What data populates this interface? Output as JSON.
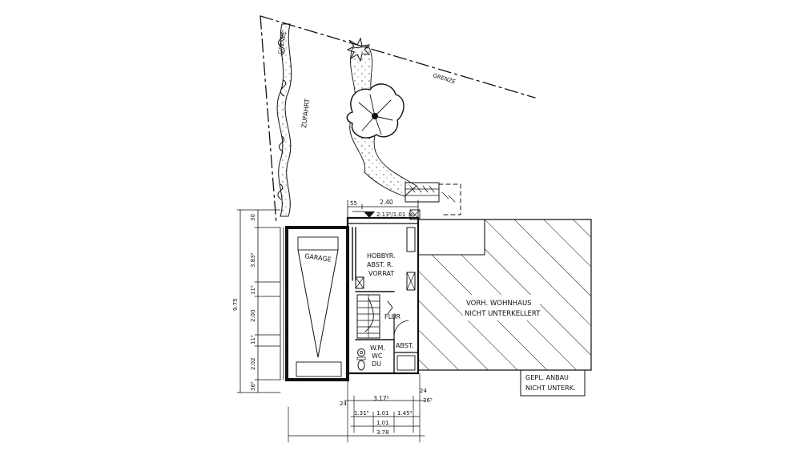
{
  "labels": {
    "grenze_left": "GRENZE",
    "grenze_right": "GRENZE",
    "zufahrt": "ZUFAHRT",
    "garage": "GARAGE",
    "hobby_line1": "HOBBYR.",
    "hobby_line2": "ABST. R.",
    "hobby_line3": "VORRAT",
    "flur": "FLUR",
    "wm": "W.M.",
    "wc": "WC",
    "du": "DU",
    "abst": "ABST.",
    "wohnhaus_line1": "VORH. WOHNHAUS",
    "wohnhaus_line2": "NICHT UNTERKELLERT",
    "anbau_line1": "GEPL. ANBAU",
    "anbau_line2": "NICHT UNTERK."
  },
  "dimensions": {
    "top_width": "2.40",
    "top_55": "55",
    "top_sub": "2.13⁵/1.01",
    "top_right": "NL",
    "v_30": "30",
    "v_3835": "3.83⁵",
    "v_115": "11⁵",
    "v_200": "2.00",
    "v_115b": "11⁵",
    "v_202": "2.02",
    "v_365": "36⁵",
    "v_total": "9.75",
    "b_24_left": "24",
    "b_3175": "3.17⁵",
    "b_24_right": "24",
    "b_365": "36⁵",
    "b_1315": "1.31⁵",
    "b_101": "1.01",
    "b_145": "1.45⁵",
    "b_101b": "1.01",
    "b_378": "3.78"
  }
}
